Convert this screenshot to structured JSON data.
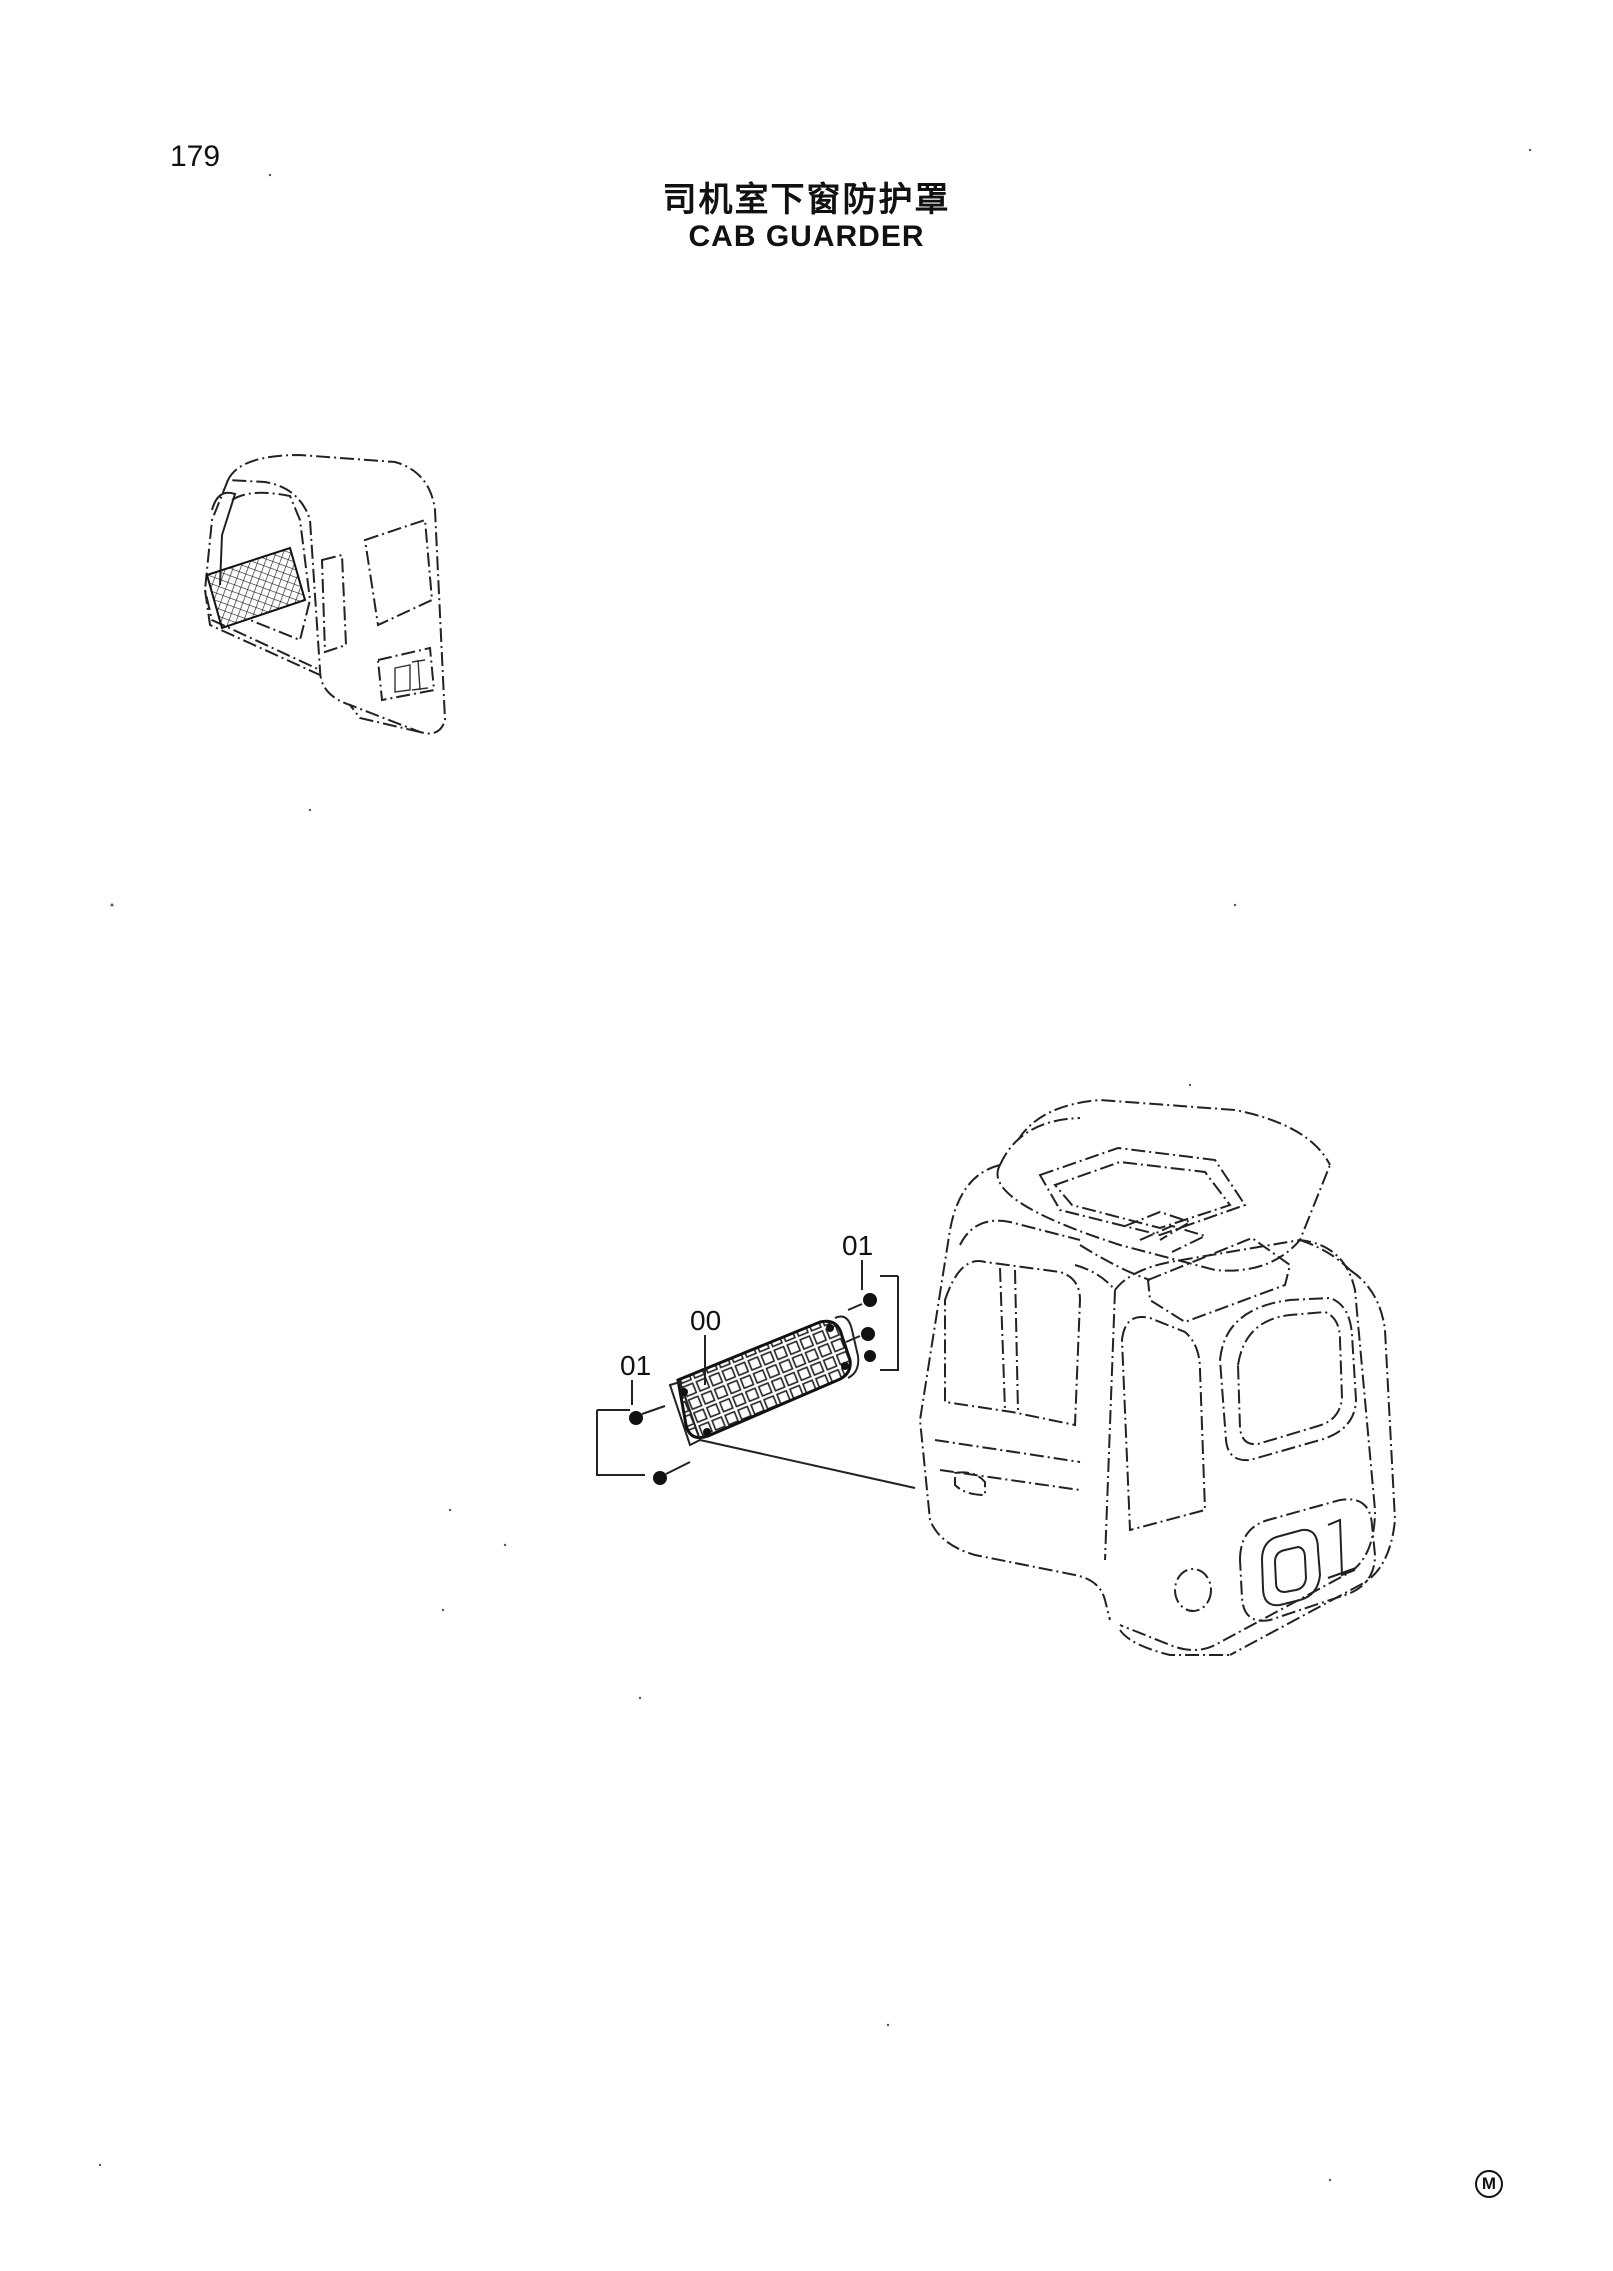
{
  "page": {
    "number": "179",
    "title_cn": "司机室下窗防护罩",
    "title_en": "CAB GUARDER",
    "marker": "M"
  },
  "callouts": {
    "guard": "00",
    "bolt_left": "01",
    "bolt_right": "01"
  }
}
